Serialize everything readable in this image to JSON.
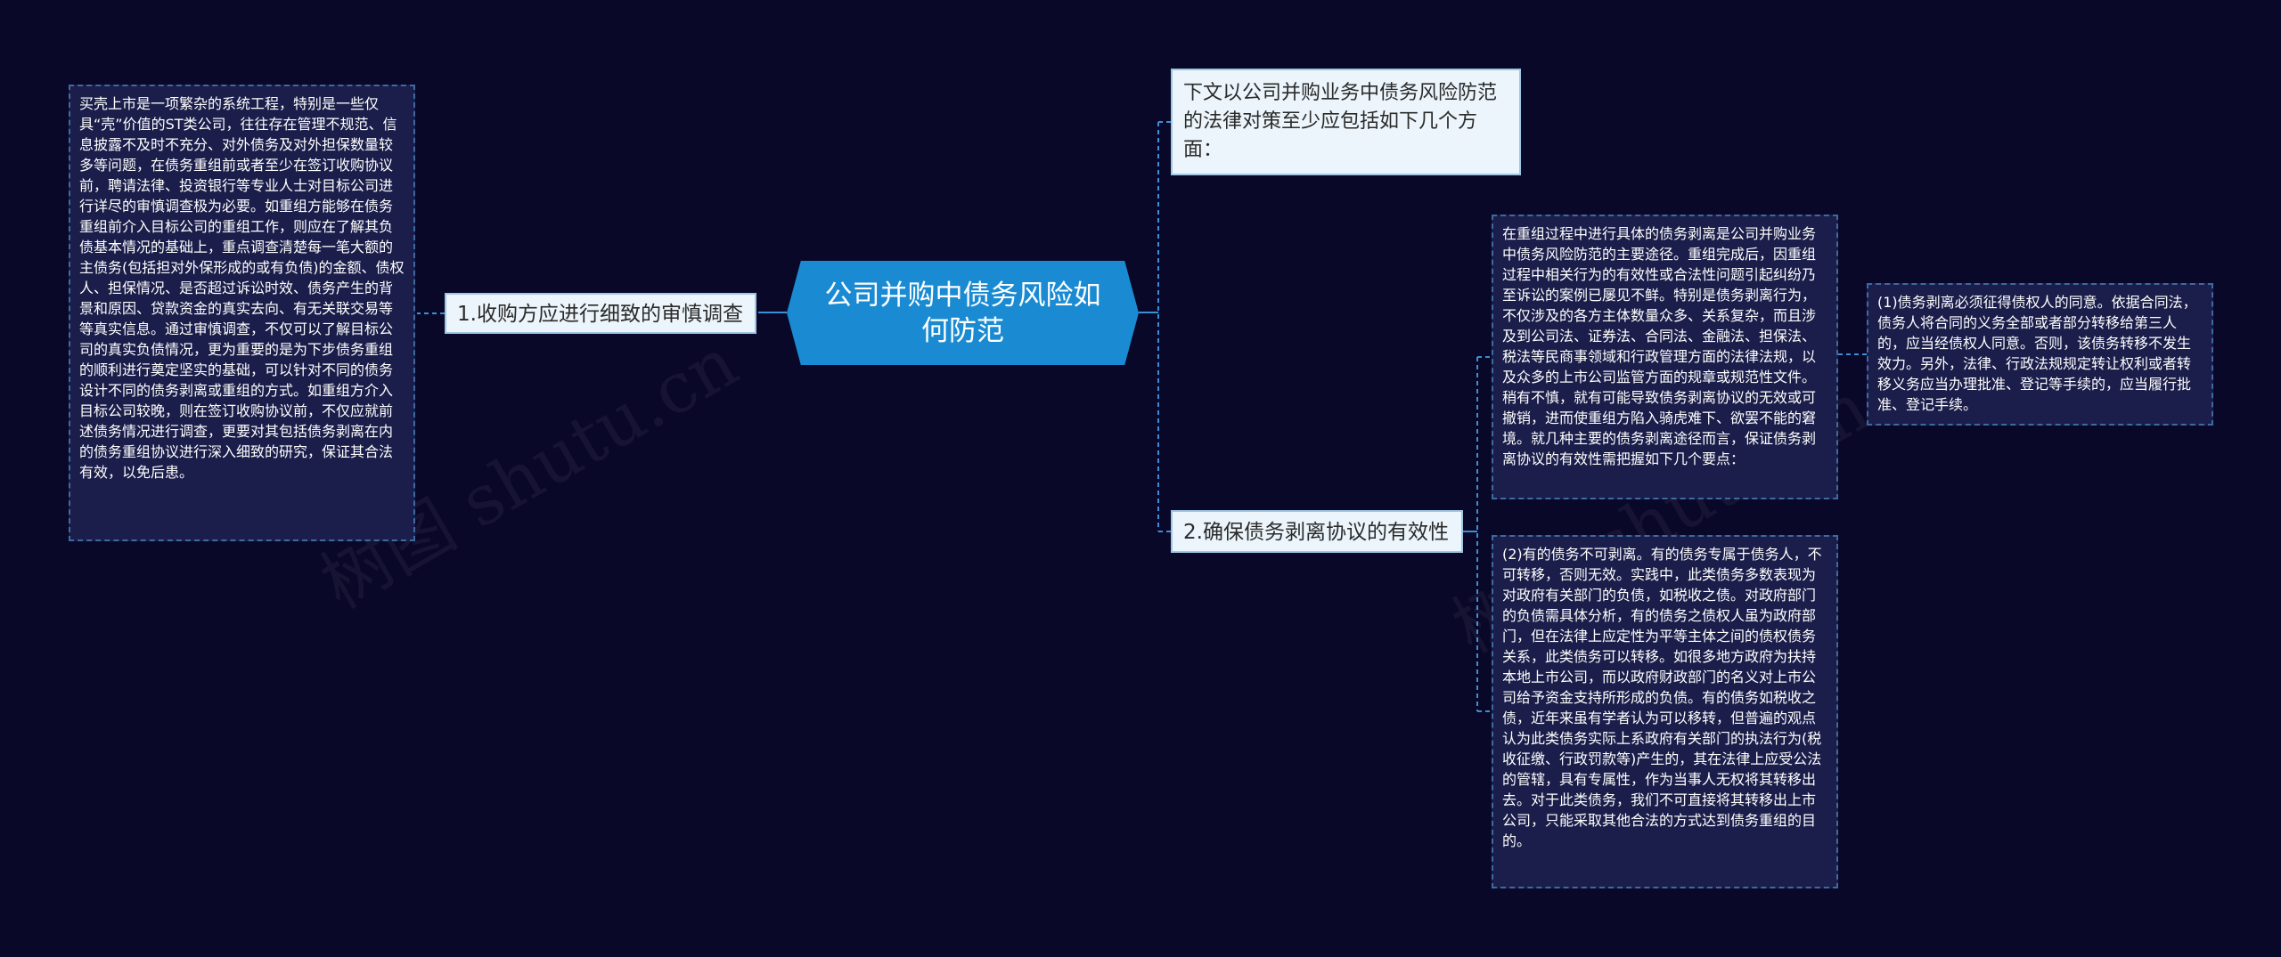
{
  "root": {
    "title": "公司并购中债务风险如何防范"
  },
  "intro": {
    "text": "下文以公司并购业务中债务风险防范的法律对策至少应包括如下几个方面："
  },
  "branches": [
    {
      "label": "1.收购方应进行细致的审慎调查",
      "detail": "买壳上市是一项繁杂的系统工程，特别是一些仅具“壳”价值的ST类公司，往往存在管理不规范、信息披露不及时不充分、对外债务及对外担保数量较多等问题，在债务重组前或者至少在签订收购协议前，聘请法律、投资银行等专业人士对目标公司进行详尽的审慎调查极为必要。如重组方能够在债务重组前介入目标公司的重组工作，则应在了解其负债基本情况的基础上，重点调查清楚每一笔大额的主债务(包括担对外保形成的或有负债)的金额、债权人、担保情况、是否超过诉讼时效、债务产生的背景和原因、贷款资金的真实去向、有无关联交易等等真实信息。通过审慎调查，不仅可以了解目标公司的真实负债情况，更为重要的是为下步债务重组的顺利进行奠定坚实的基础，可以针对不同的债务设计不同的债务剥离或重组的方式。如重组方介入目标公司较晚，则在签订收购协议前，不仅应就前述债务情况进行调查，更要对其包括债务剥离在内的债务重组协议进行深入细致的研究，保证其合法有效，以免后患。"
    },
    {
      "label": "2.确保债务剥离协议的有效性",
      "detail": "在重组过程中进行具体的债务剥离是公司并购业务中债务风险防范的主要途径。重组完成后，因重组过程中相关行为的有效性或合法性问题引起纠纷乃至诉讼的案例已屡见不鲜。特别是债务剥离行为，不仅涉及的各方主体数量众多、关系复杂，而且涉及到公司法、证券法、合同法、金融法、担保法、税法等民商事领域和行政管理方面的法律法规，以及众多的上市公司监管方面的规章或规范性文件。稍有不慎，就有可能导致债务剥离协议的无效或可撤销，进而使重组方陷入骑虎难下、欲罢不能的窘境。就几种主要的债务剥离途径而言，保证债务剥离协议的有效性需把握如下几个要点：",
      "points": [
        "(1)债务剥离必须征得债权人的同意。依据合同法，债务人将合同的义务全部或者部分转移给第三人的，应当经债权人同意。否则，该债务转移不发生效力。另外，法律、行政法规规定转让权利或者转移义务应当办理批准、登记等手续的，应当履行批准、登记手续。",
        "(2)有的债务不可剥离。有的债务专属于债务人，不可转移，否则无效。实践中，此类债务多数表现为对政府有关部门的负债，如税收之债。对政府部门的负债需具体分析，有的债务之债权人虽为政府部门，但在法律上应定性为平等主体之间的债权债务关系，此类债务可以转移。如很多地方政府为扶持本地上市公司，而以政府财政部门的名义对上市公司给予资金支持所形成的负债。有的债务如税收之债，近年来虽有学者认为可以移转，但普遍的观点认为此类债务实际上系政府有关部门的执法行为(税收征缴、行政罚款等)产生的，其在法律上应受公法的管辖，具有专属性，作为当事人无权将其转移出去。对于此类债务，我们不可直接将其转移出上市公司，只能采取其他合法的方式达到债务重组的目的。"
      ]
    }
  ],
  "watermark": "树图 shutu.cn",
  "colors": {
    "background": "#0a0828",
    "root": "#1a8bd2",
    "branch_bg": "#ecf5fb",
    "leaf_bg": "#1b1e4a",
    "connector": "#3a8fd6"
  }
}
